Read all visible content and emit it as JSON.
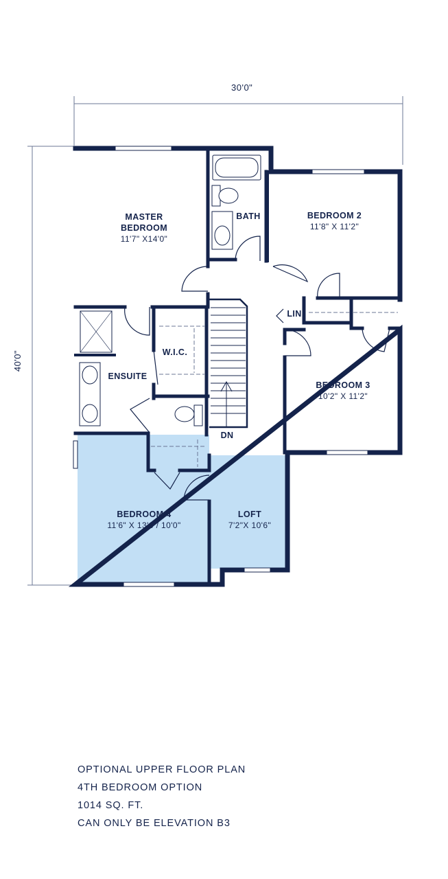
{
  "dimensions": {
    "width": "30'0\"",
    "depth": "40'0\""
  },
  "rooms": {
    "master": {
      "name_line1": "MASTER",
      "name_line2": "BEDROOM",
      "size": "11'7\" X14'0\""
    },
    "bath": {
      "name": "BATH"
    },
    "bedroom2": {
      "name": "BEDROOM 2",
      "size": "11'8\" X 11'2\""
    },
    "lin": {
      "name": "LIN"
    },
    "wic": {
      "name": "W.I.C."
    },
    "ensuite": {
      "name": "ENSUITE"
    },
    "bedroom3": {
      "name": "BEDROOM 3",
      "size": "10'2\" X 11'2\""
    },
    "dn": {
      "name": "DN"
    },
    "bedroom4": {
      "name": "BEDROOM 4",
      "size": "11'6\" X 13'6 / 10'0\""
    },
    "loft": {
      "name": "LOFT",
      "size": "7'2\"X 10'6\""
    }
  },
  "notes": [
    "OPTIONAL UPPER FLOOR PLAN",
    "4TH BEDROOM OPTION",
    "1014 SQ. FT.",
    "CAN ONLY BE ELEVATION B3"
  ],
  "colors": {
    "wall": "#14234b",
    "option_fill": "#c2dff5",
    "background": "#ffffff",
    "thin_line": "#6b7796"
  }
}
